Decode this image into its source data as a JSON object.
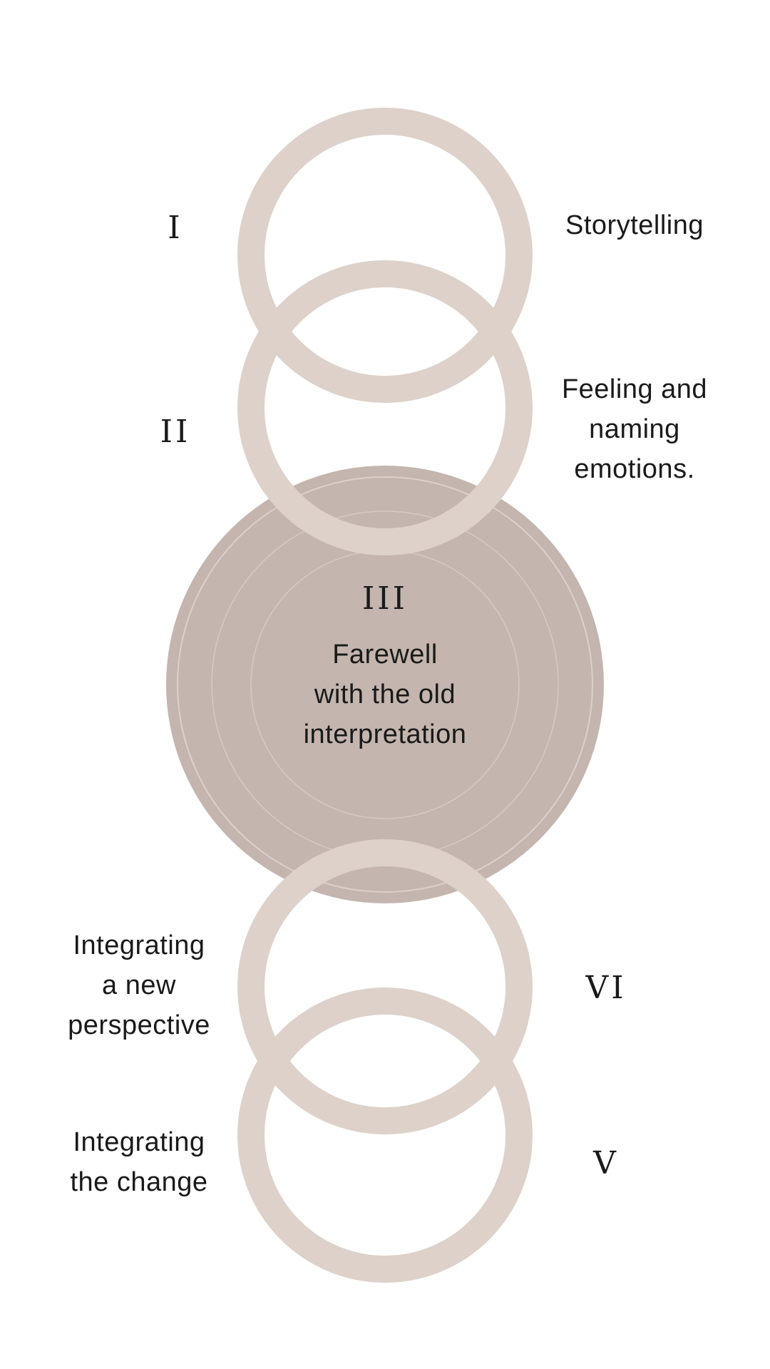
{
  "diagram": {
    "stages": [
      {
        "numeral": "I",
        "label": "Storytelling"
      },
      {
        "numeral": "II",
        "label": "Feeling and\nnaming\nemotions."
      },
      {
        "numeral": "III",
        "label": "Farewell\nwith the old\ninterpretation"
      },
      {
        "numeral": "VI",
        "label": "Integrating\na new\nperspective"
      },
      {
        "numeral": "V",
        "label": "Integrating\nthe change"
      }
    ]
  },
  "colors": {
    "ring": "#ddd1ca",
    "center_fill": "#c4b5af",
    "center_line": "#dcd0ca",
    "text": "#1a1a1a"
  }
}
